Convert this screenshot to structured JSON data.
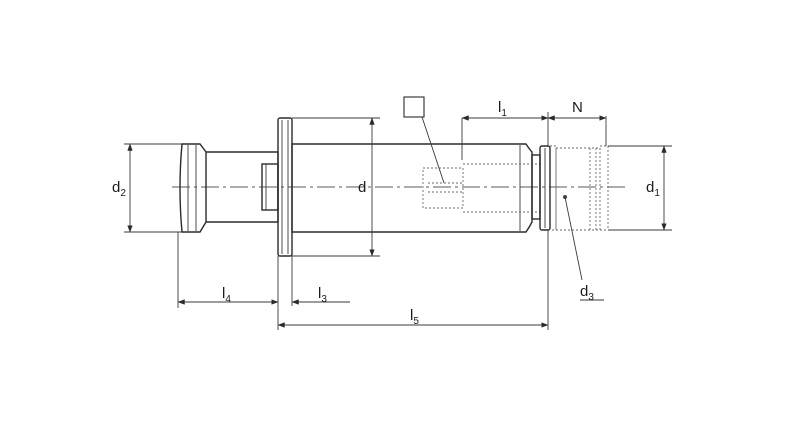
{
  "labels": {
    "d2": {
      "main": "d",
      "sub": "2"
    },
    "d": {
      "main": "d",
      "sub": ""
    },
    "d1": {
      "main": "d",
      "sub": "1"
    },
    "d3": {
      "main": "d",
      "sub": "3"
    },
    "l1": {
      "main": "l",
      "sub": "1"
    },
    "l3": {
      "main": "l",
      "sub": "3"
    },
    "l4": {
      "main": "l",
      "sub": "4"
    },
    "l5": {
      "main": "l",
      "sub": "5"
    },
    "N": {
      "main": "N",
      "sub": ""
    }
  },
  "colors": {
    "line": "#2b2b2b",
    "fill": "#f0f0f0",
    "shade": "#d8d8d8"
  }
}
